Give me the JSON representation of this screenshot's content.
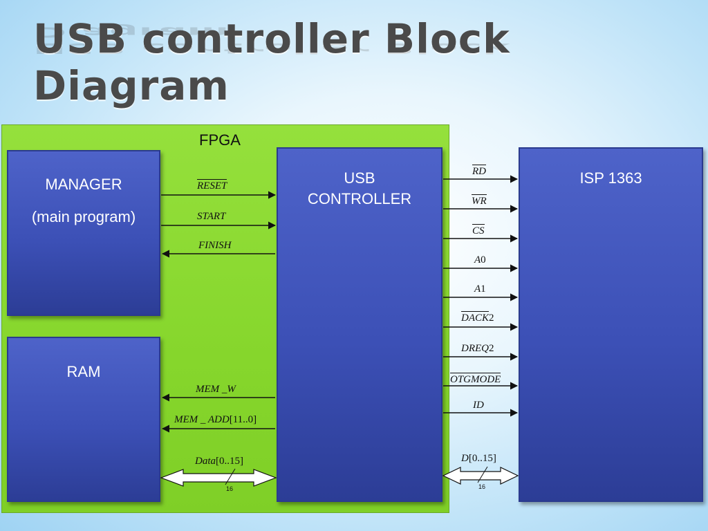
{
  "title": "USB controller Block Diagram",
  "fpga_label": "FPGA",
  "blocks": {
    "manager": {
      "line1": "MANAGER",
      "line2": "(main program)"
    },
    "ram": {
      "label": "RAM"
    },
    "usb": {
      "line1": "USB",
      "line2": "CONTROLLER"
    },
    "isp": {
      "label": "ISP 1363"
    }
  },
  "signals_manager": [
    {
      "name": "RESET",
      "bar": true,
      "direction": "to-usb"
    },
    {
      "name": "START",
      "bar": false,
      "direction": "to-usb"
    },
    {
      "name": "FINISH",
      "bar": false,
      "direction": "to-manager"
    }
  ],
  "signals_ram": [
    {
      "name": "MEM _W",
      "direction": "to-ram"
    },
    {
      "name": "MEM _ ADD",
      "suffix": "[11..0]",
      "direction": "to-ram"
    }
  ],
  "bus_data": {
    "name": "Data",
    "suffix": "[0..15]",
    "width": "16"
  },
  "signals_isp": [
    {
      "name": "RD",
      "bar": true
    },
    {
      "name": "WR",
      "bar": true
    },
    {
      "name": "CS",
      "bar": true
    },
    {
      "name": "A",
      "suffix": "0"
    },
    {
      "name": "A",
      "suffix": "1"
    },
    {
      "name": "DACK",
      "suffix": "2",
      "bar": true
    },
    {
      "name": "DREQ",
      "suffix": "2"
    },
    {
      "name": "OTGMODE",
      "bar": true
    },
    {
      "name": "ID"
    }
  ],
  "bus_isp": {
    "name": "D",
    "suffix": "[0..15]",
    "width": "16"
  }
}
